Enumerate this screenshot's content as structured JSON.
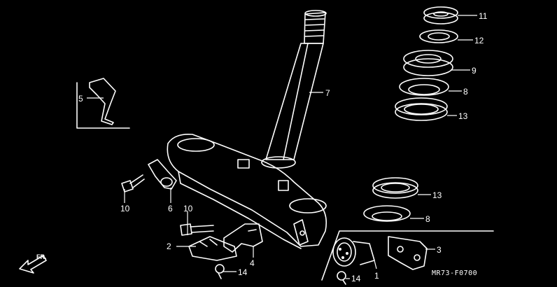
{
  "diagram": {
    "part_code": "MR73-F0700",
    "direction_label": "FR.",
    "callouts": [
      {
        "id": "c11",
        "label": "11"
      },
      {
        "id": "c12",
        "label": "12"
      },
      {
        "id": "c9",
        "label": "9"
      },
      {
        "id": "c8a",
        "label": "8"
      },
      {
        "id": "c13a",
        "label": "13"
      },
      {
        "id": "c7",
        "label": "7"
      },
      {
        "id": "c5",
        "label": "5"
      },
      {
        "id": "c10a",
        "label": "10"
      },
      {
        "id": "c6",
        "label": "6"
      },
      {
        "id": "c10b",
        "label": "10"
      },
      {
        "id": "c2",
        "label": "2"
      },
      {
        "id": "c4",
        "label": "4"
      },
      {
        "id": "c14a",
        "label": "14"
      },
      {
        "id": "c13b",
        "label": "13"
      },
      {
        "id": "c8b",
        "label": "8"
      },
      {
        "id": "c3",
        "label": "3"
      },
      {
        "id": "c1",
        "label": "1"
      },
      {
        "id": "c14b",
        "label": "14"
      }
    ]
  }
}
